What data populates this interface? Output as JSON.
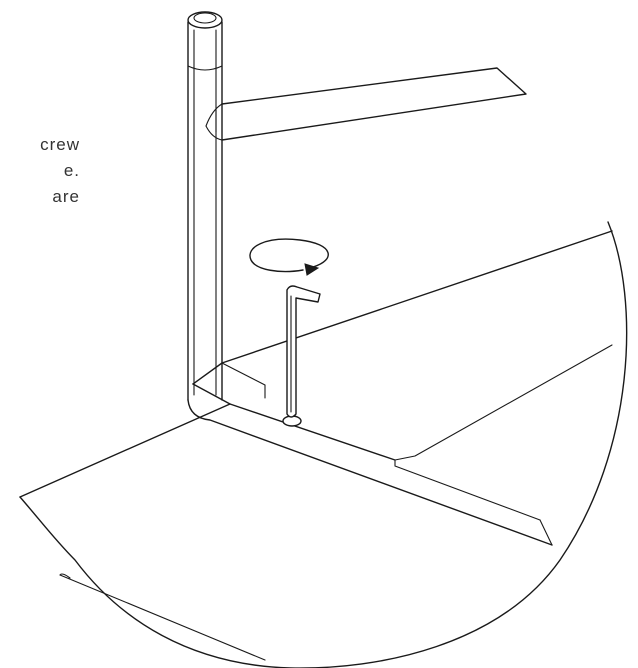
{
  "instruction": {
    "lines": [
      "crew",
      "e.",
      "are"
    ]
  }
}
